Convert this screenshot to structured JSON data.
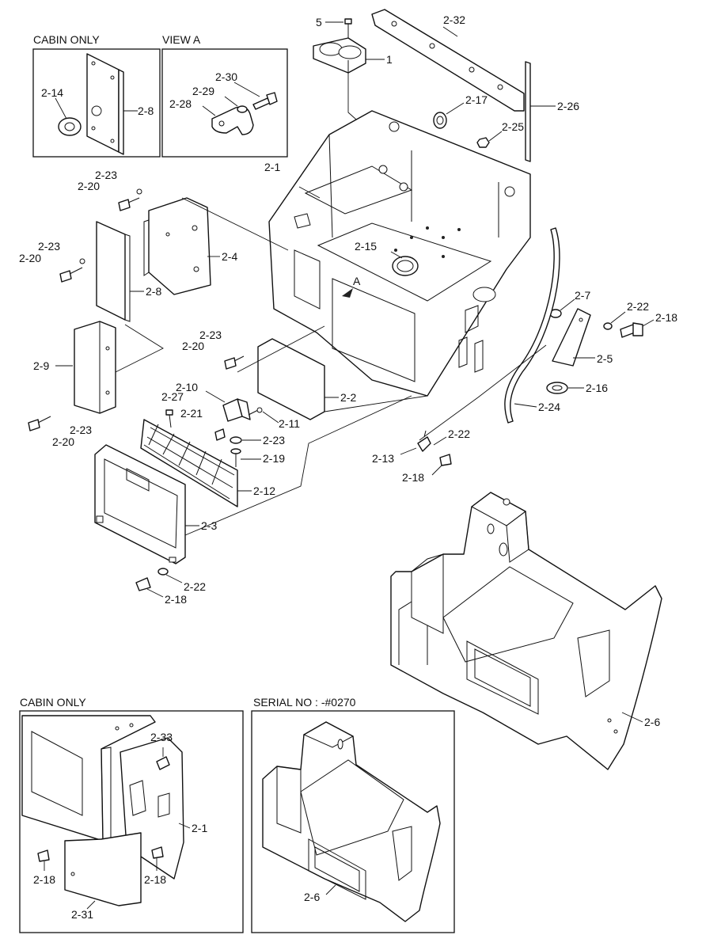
{
  "insets": {
    "cabin_only_top": "CABIN ONLY",
    "view_a": "VIEW A",
    "cabin_only_bottom": "CABIN ONLY",
    "serial_no": "SERIAL NO : -#0270"
  },
  "view_marker": "A",
  "callouts": {
    "c5": "5",
    "c1": "1",
    "c2_32": "2-32",
    "c2_26": "2-26",
    "c2_17": "2-17",
    "c2_25": "2-25",
    "c2_1": "2-1",
    "c2_14": "2-14",
    "c2_8_inset": "2-8",
    "c2_30": "2-30",
    "c2_29": "2-29",
    "c2_28": "2-28",
    "c2_23_a": "2-23",
    "c2_20_a": "2-20",
    "c2_4": "2-4",
    "c2_23_b": "2-23",
    "c2_20_b": "2-20",
    "c2_8": "2-8",
    "c2_15": "2-15",
    "c2_7": "2-7",
    "c2_22_a": "2-22",
    "c2_18_a": "2-18",
    "c2_5": "2-5",
    "c2_16": "2-16",
    "c2_24": "2-24",
    "c2_9": "2-9",
    "c2_23_c": "2-23",
    "c2_20_c": "2-20",
    "c2_2": "2-2",
    "c2_10": "2-10",
    "c2_27": "2-27",
    "c2_21": "2-21",
    "c2_11": "2-11",
    "c2_23_d": "2-23",
    "c2_19": "2-19",
    "c2_23_e": "2-23",
    "c2_20_d": "2-20",
    "c2_12": "2-12",
    "c2_3": "2-3",
    "c2_22_b": "2-22",
    "c2_13": "2-13",
    "c2_18_b": "2-18",
    "c2_22_c": "2-22",
    "c2_18_c": "2-18",
    "c2_6": "2-6",
    "c2_33": "2-33",
    "c2_1_inset": "2-1",
    "c2_18_d": "2-18",
    "c2_18_e": "2-18",
    "c2_31": "2-31",
    "c2_6_inset": "2-6"
  }
}
